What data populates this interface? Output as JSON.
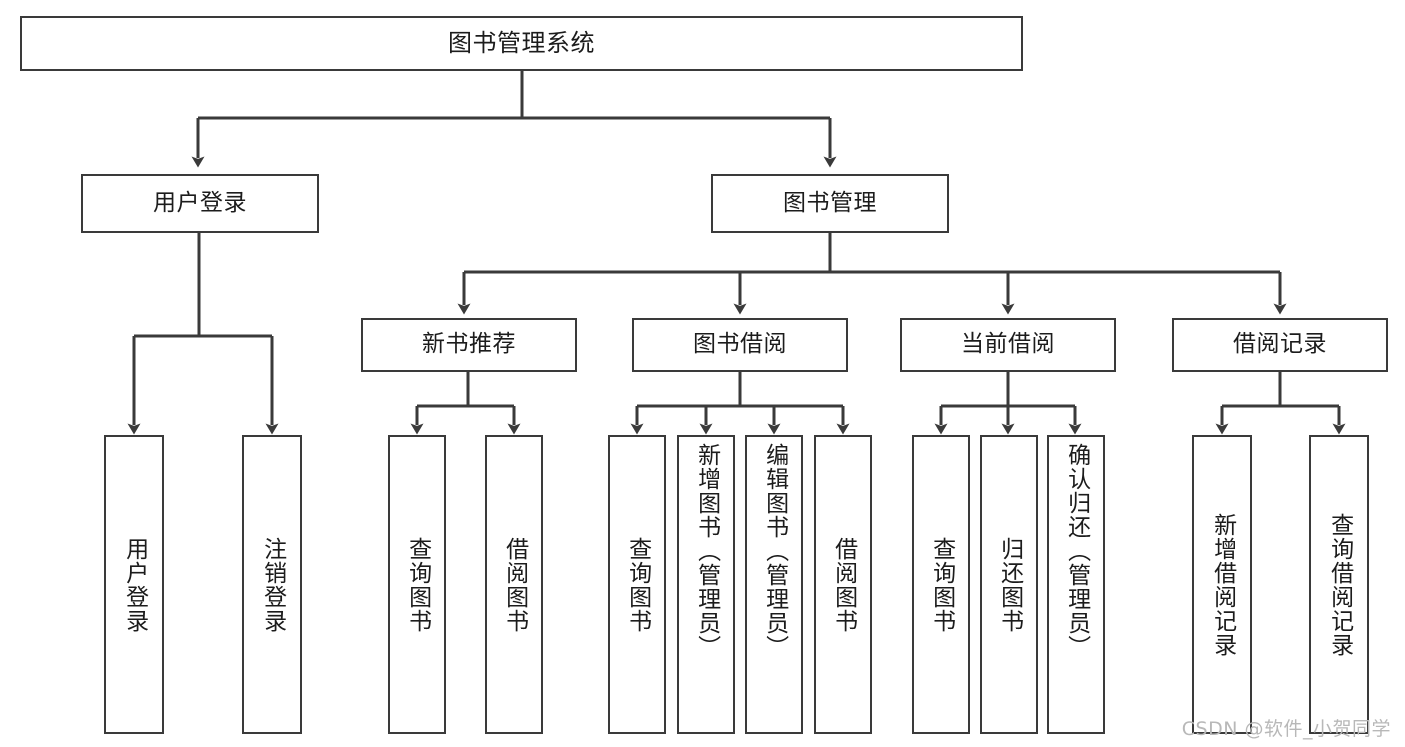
{
  "diagram": {
    "title": "图书管理系统",
    "type": "tree-structure-chart",
    "watermark": "CSDN @软件_小贺同学",
    "colors": {
      "stroke": "#3a3a3a",
      "fill": "#ffffff",
      "text": "#1c1c1c",
      "watermark": "#b8b8b8"
    },
    "nodes": {
      "root": {
        "label": "图书管理系统"
      },
      "level2": [
        {
          "id": "user-login",
          "label": "用户登录"
        },
        {
          "id": "book-manage",
          "label": "图书管理"
        }
      ],
      "level3": [
        {
          "id": "new-book-recommend",
          "label": "新书推荐"
        },
        {
          "id": "book-borrow",
          "label": "图书借阅"
        },
        {
          "id": "current-borrow",
          "label": "当前借阅"
        },
        {
          "id": "borrow-record",
          "label": "借阅记录"
        }
      ],
      "leaves": [
        {
          "id": "leaf-user-login",
          "label": "用户登录",
          "parent": "user-login"
        },
        {
          "id": "leaf-user-logout",
          "label": "注销登录",
          "parent": "user-login"
        },
        {
          "id": "leaf-query-book-1",
          "label": "查询图书",
          "parent": "new-book-recommend"
        },
        {
          "id": "leaf-borrow-book-1",
          "label": "借阅图书",
          "parent": "new-book-recommend"
        },
        {
          "id": "leaf-query-book-2",
          "label": "查询图书",
          "parent": "book-borrow"
        },
        {
          "id": "leaf-add-book",
          "label": "新增图书（管理员）",
          "parent": "book-borrow"
        },
        {
          "id": "leaf-edit-book",
          "label": "编辑图书（管理员）",
          "parent": "book-borrow"
        },
        {
          "id": "leaf-borrow-book-2",
          "label": "借阅图书",
          "parent": "book-borrow"
        },
        {
          "id": "leaf-query-book-3",
          "label": "查询图书",
          "parent": "current-borrow"
        },
        {
          "id": "leaf-return-book",
          "label": "归还图书",
          "parent": "current-borrow"
        },
        {
          "id": "leaf-confirm-return",
          "label": "确认归还（管理员）",
          "parent": "current-borrow"
        },
        {
          "id": "leaf-add-record",
          "label": "新增借阅记录",
          "parent": "borrow-record"
        },
        {
          "id": "leaf-query-record",
          "label": "查询借阅记录",
          "parent": "borrow-record"
        }
      ]
    }
  }
}
